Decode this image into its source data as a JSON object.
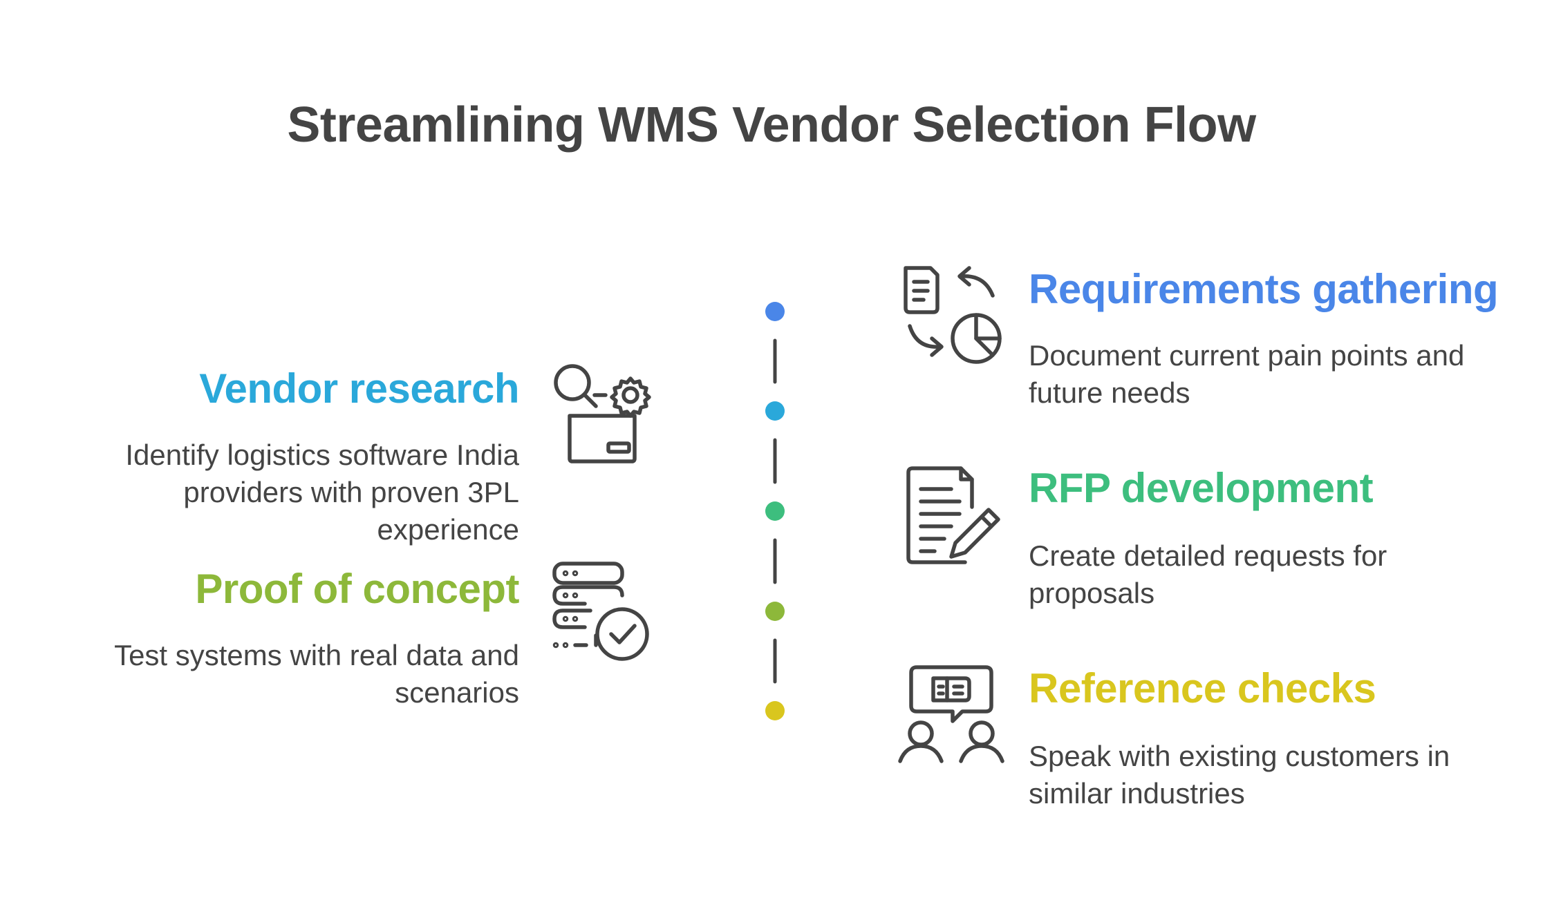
{
  "title": "Streamlining WMS Vendor Selection Flow",
  "steps": [
    {
      "title": "Requirements gathering",
      "description": "Document current pain points and future needs",
      "color": "#4A86E8",
      "icon": "document-chart-cycle-icon",
      "side": "right"
    },
    {
      "title": "Vendor research",
      "description": "Identify logistics software India providers with proven 3PL experience",
      "color": "#2AA8DA",
      "icon": "search-gear-box-icon",
      "side": "left"
    },
    {
      "title": "RFP development",
      "description": "Create detailed requests for proposals",
      "color": "#3DBE7E",
      "icon": "document-pencil-icon",
      "side": "right"
    },
    {
      "title": "Proof of concept",
      "description": "Test systems with real data and scenarios",
      "color": "#8DB83A",
      "icon": "server-check-icon",
      "side": "left"
    },
    {
      "title": "Reference checks",
      "description": "Speak with existing customers in similar industries",
      "color": "#D9C61E",
      "icon": "people-chat-icon",
      "side": "right"
    }
  ],
  "timeline": {
    "line_color": "#444444"
  }
}
